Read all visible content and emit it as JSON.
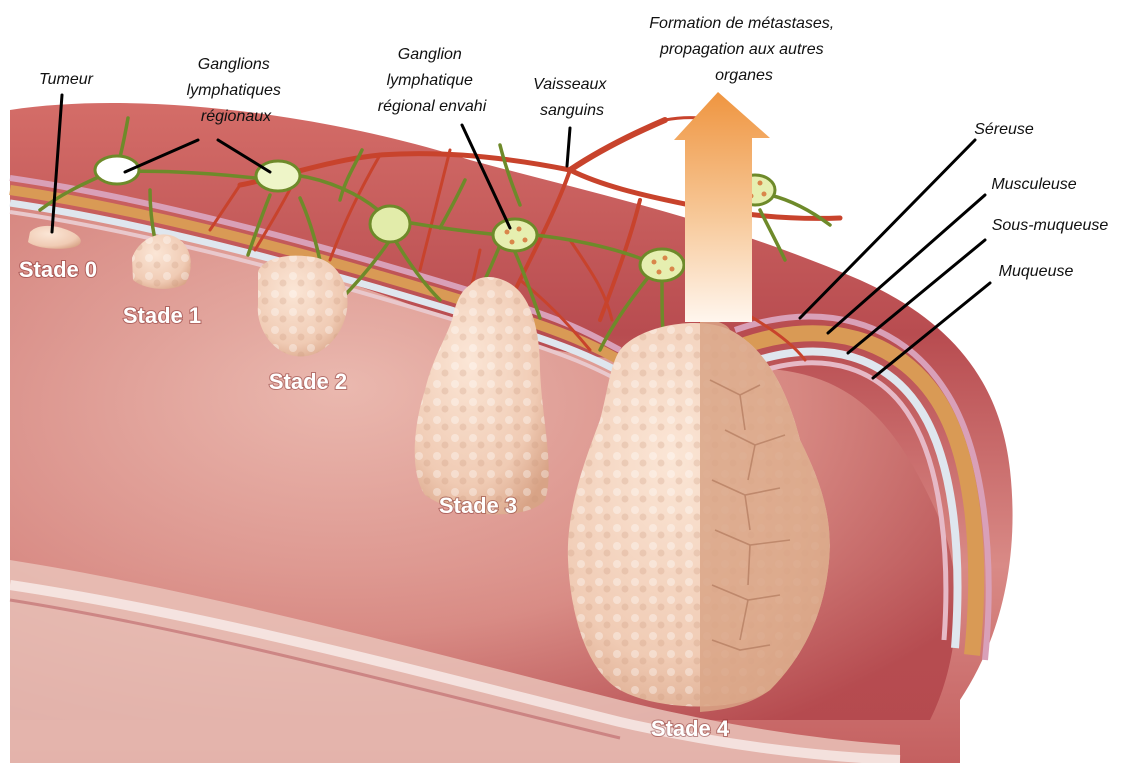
{
  "labels": {
    "tumeur": "Tumeur",
    "ganglions_regionaux": [
      "Ganglions",
      "lymphatiques",
      "régionaux"
    ],
    "ganglion_envahi": [
      "Ganglion",
      "lymphatique",
      "régional envahi"
    ],
    "vaisseaux": [
      "Vaisseaux",
      "sanguins"
    ],
    "metastases": [
      "Formation de métastases,",
      "propagation aux autres",
      "organes"
    ],
    "sereuse": "Séreuse",
    "musculeuse": "Musculeuse",
    "sous_muqueuse": "Sous-muqueuse",
    "muqueuse": "Muqueuse"
  },
  "stages": {
    "s0": "Stade 0",
    "s1": "Stade 1",
    "s2": "Stade 2",
    "s3": "Stade 3",
    "s4": "Stade 4"
  },
  "colors": {
    "tissue_dark": "#a8343a",
    "tissue_mid": "#c8565a",
    "tissue_light": "#e8b8ae",
    "tumor": "#f0cdb8",
    "tumor_shadow": "#d9a98e",
    "serosa": "#d9a0b8",
    "muscularis": "#d99a55",
    "submucosa": "#dfe6ee",
    "vessel": "#c8432c",
    "lymph": "#6e8a2a",
    "node_fill": "#e6efb0",
    "arrow_top": "#ef9540",
    "arrow_bottom": "#fff3e8"
  }
}
